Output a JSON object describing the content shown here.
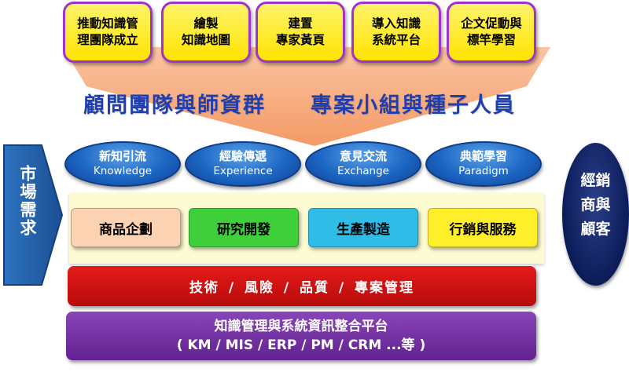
{
  "top_boxes": [
    "推動知識管\n理團隊成立",
    "繪製\n知識地圖",
    "建置\n專家黃頁",
    "導入知識\n系統平台",
    "企文促動與\n標竿學習"
  ],
  "headline": {
    "left": "顧問團隊與師資群",
    "right": "專案小組與種子人員"
  },
  "ovals": [
    {
      "zh": "新知引流",
      "en": "Knowledge"
    },
    {
      "zh": "經驗傳遞",
      "en": "Experience"
    },
    {
      "zh": "意見交流",
      "en": "Exchange"
    },
    {
      "zh": "典範學習",
      "en": "Paradigm"
    }
  ],
  "departments": [
    {
      "label": "商品企劃",
      "color": "#fbd3b3"
    },
    {
      "label": "研究開發",
      "color": "#3fcf3a"
    },
    {
      "label": "生產製造",
      "color": "#2fbde8"
    },
    {
      "label": "行銷與服務",
      "color": "#ffef2a"
    }
  ],
  "left_arrow": "市場需求",
  "right_oval": "經銷\n商與\n顧客",
  "red_bar": "技術 / 風險 / 品質 / 專案管理",
  "purple_bar": {
    "line1": "知識管理與系統資訊整合平台",
    "line2": "( KM / MIS / ERP / PM / CRM ...等 )"
  },
  "colors": {
    "funnel": "#f7a575",
    "oval_blue": "#1c66c4",
    "red": "#d01212",
    "purple": "#7434a6",
    "navy": "#0c1c58",
    "arrow_blue": "#1f5fa8"
  }
}
